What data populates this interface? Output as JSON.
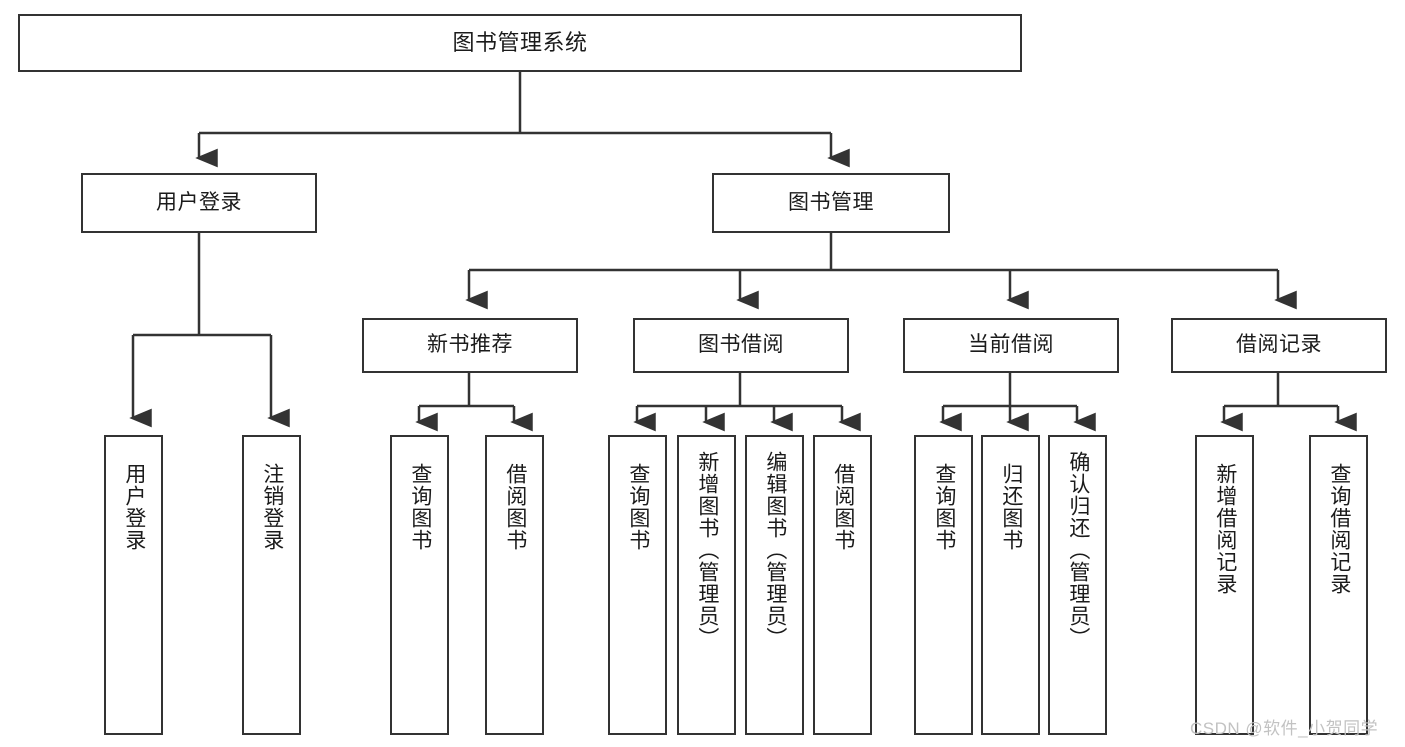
{
  "diagram": {
    "title": "图书管理系统",
    "type": "functional-structure-tree",
    "watermark": "CSDN @软件_小贺同学",
    "colors": {
      "background": "#ffffff",
      "border": "#333333",
      "text": "#1b1b1b",
      "watermark": "#c2c2c2"
    },
    "root": {
      "label": "图书管理系统"
    },
    "level1": [
      {
        "label": "用户登录"
      },
      {
        "label": "图书管理"
      }
    ],
    "level2": [
      {
        "label": "新书推荐"
      },
      {
        "label": "图书借阅"
      },
      {
        "label": "当前借阅"
      },
      {
        "label": "借阅记录"
      }
    ],
    "leaves": {
      "user_login": [
        {
          "label": "用户登录"
        },
        {
          "label": "注销登录"
        }
      ],
      "new_book_recommend": [
        {
          "label": "查询图书"
        },
        {
          "label": "借阅图书"
        }
      ],
      "book_borrow": [
        {
          "label": "查询图书"
        },
        {
          "label": "新增图书（管理员）"
        },
        {
          "label": "编辑图书（管理员）"
        },
        {
          "label": "借阅图书"
        }
      ],
      "current_borrow": [
        {
          "label": "查询图书"
        },
        {
          "label": "归还图书"
        },
        {
          "label": "确认归还（管理员）"
        }
      ],
      "borrow_record": [
        {
          "label": "新增借阅记录"
        },
        {
          "label": "查询借阅记录"
        }
      ]
    }
  }
}
